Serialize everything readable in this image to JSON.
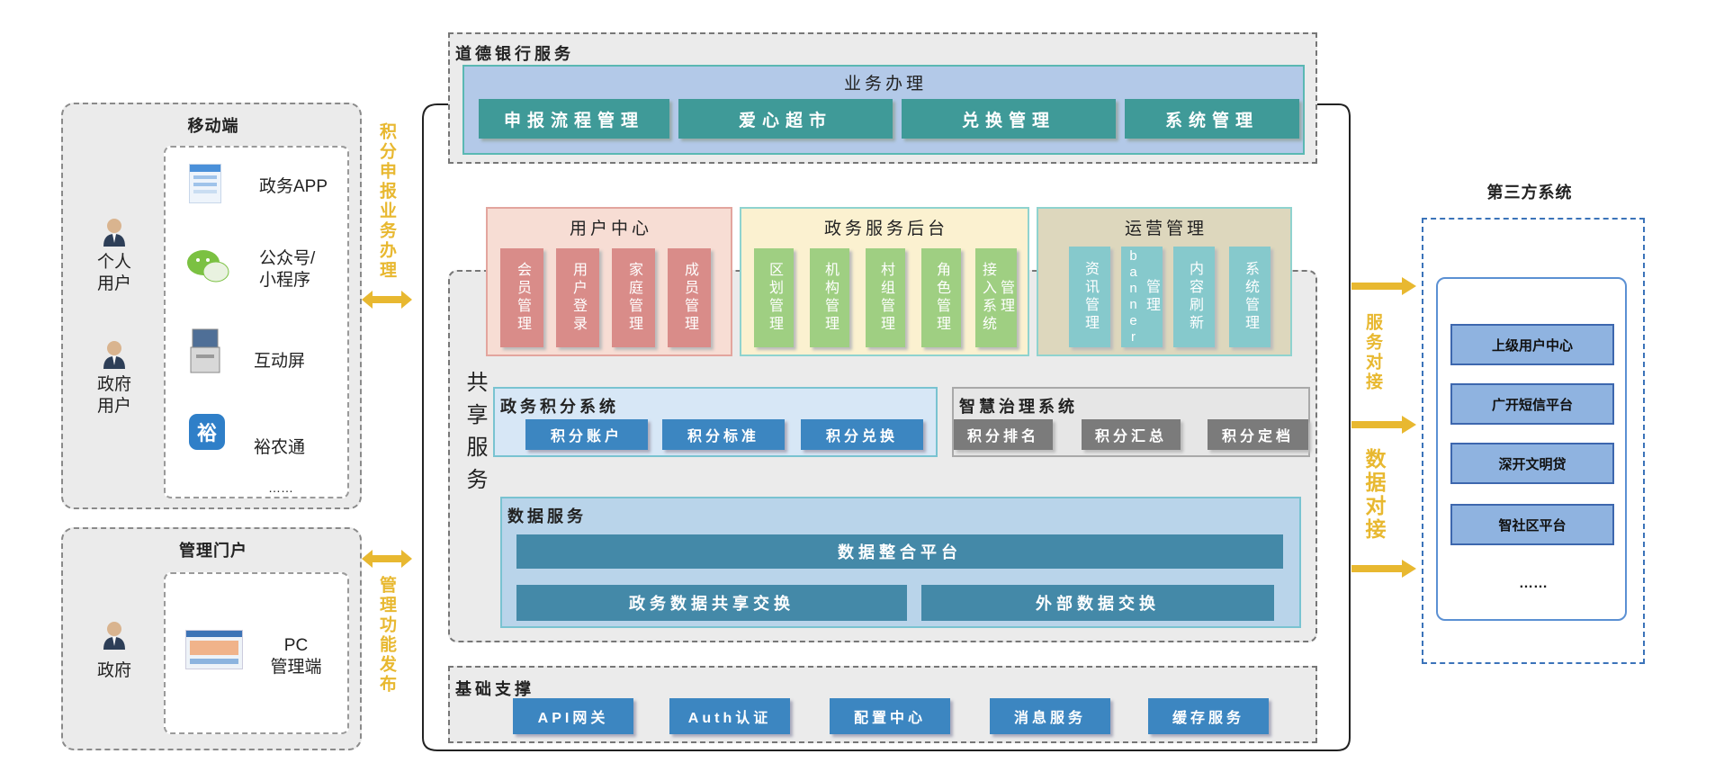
{
  "left": {
    "mobile": {
      "title": "移动端",
      "users": [
        {
          "label": "个人\n用户",
          "icon": "user-icon"
        },
        {
          "label": "政府\n用户",
          "icon": "user-icon"
        }
      ],
      "apps": [
        {
          "label": "政务APP",
          "icon": "phone-app-icon"
        },
        {
          "label": "公众号/\n小程序",
          "icon": "wechat-icon"
        },
        {
          "label": "互动屏",
          "icon": "kiosk-icon"
        },
        {
          "label": "裕农通",
          "icon": "yu-app-icon"
        }
      ],
      "more": "……"
    },
    "admin": {
      "title": "管理门户",
      "user": {
        "label": "政府",
        "icon": "user-icon"
      },
      "app": {
        "label": "PC\n管理端",
        "icon": "pc-screen-icon"
      }
    }
  },
  "connectors": {
    "top_label": "积分申报业务办理",
    "bottom_label": "管理功能发布",
    "right_top": "服务对接",
    "right_bottom": "数据对接"
  },
  "bank": {
    "title": "道德银行服务",
    "business": {
      "title": "业务办理",
      "items": [
        "申报流程管理",
        "爱心超市",
        "兑换管理",
        "系统管理"
      ]
    }
  },
  "shared": {
    "side_label": "共享服务",
    "user_center": {
      "title": "用户中心",
      "cells": [
        [
          "会员管理"
        ],
        [
          "用户登录"
        ],
        [
          "家庭管理"
        ],
        [
          "成员管理"
        ]
      ]
    },
    "gov_backend": {
      "title": "政务服务后台",
      "cells": [
        [
          "区划管理"
        ],
        [
          "机构管理"
        ],
        [
          "村组管理"
        ],
        [
          "角色管理"
        ],
        [
          "接入系统",
          "管理"
        ]
      ]
    },
    "operation": {
      "title": "运营管理",
      "cells": [
        [
          "资讯管理"
        ],
        [
          "banner",
          "管理"
        ],
        [
          "内容刷新"
        ],
        [
          "系统管理"
        ]
      ]
    },
    "points": {
      "title": "政务积分系统",
      "items": [
        "积分账户",
        "积分标准",
        "积分兑换"
      ]
    },
    "governance": {
      "title": "智慧治理系统",
      "items": [
        "积分排名",
        "积分汇总",
        "积分定档"
      ]
    },
    "data": {
      "title": "数据服务",
      "platform": "数据整合平台",
      "left": "政务数据共享交换",
      "right": "外部数据交换"
    }
  },
  "base": {
    "title": "基础支撑",
    "items": [
      "API网关",
      "Auth认证",
      "配置中心",
      "消息服务",
      "缓存服务"
    ]
  },
  "third_party": {
    "title": "第三方系统",
    "items": [
      "上级用户中心",
      "广开短信平台",
      "深开文明贷",
      "智社区平台"
    ],
    "more": "……"
  },
  "colors": {
    "teal": "#3f9a98",
    "steel_blue": "#4489a8",
    "button_blue": "#3c86c1",
    "yellow_arrow": "#e8b830",
    "user_center_cell": "#d98c89",
    "gov_cell": "#9fcf82",
    "ops_cell": "#86c9cc"
  }
}
